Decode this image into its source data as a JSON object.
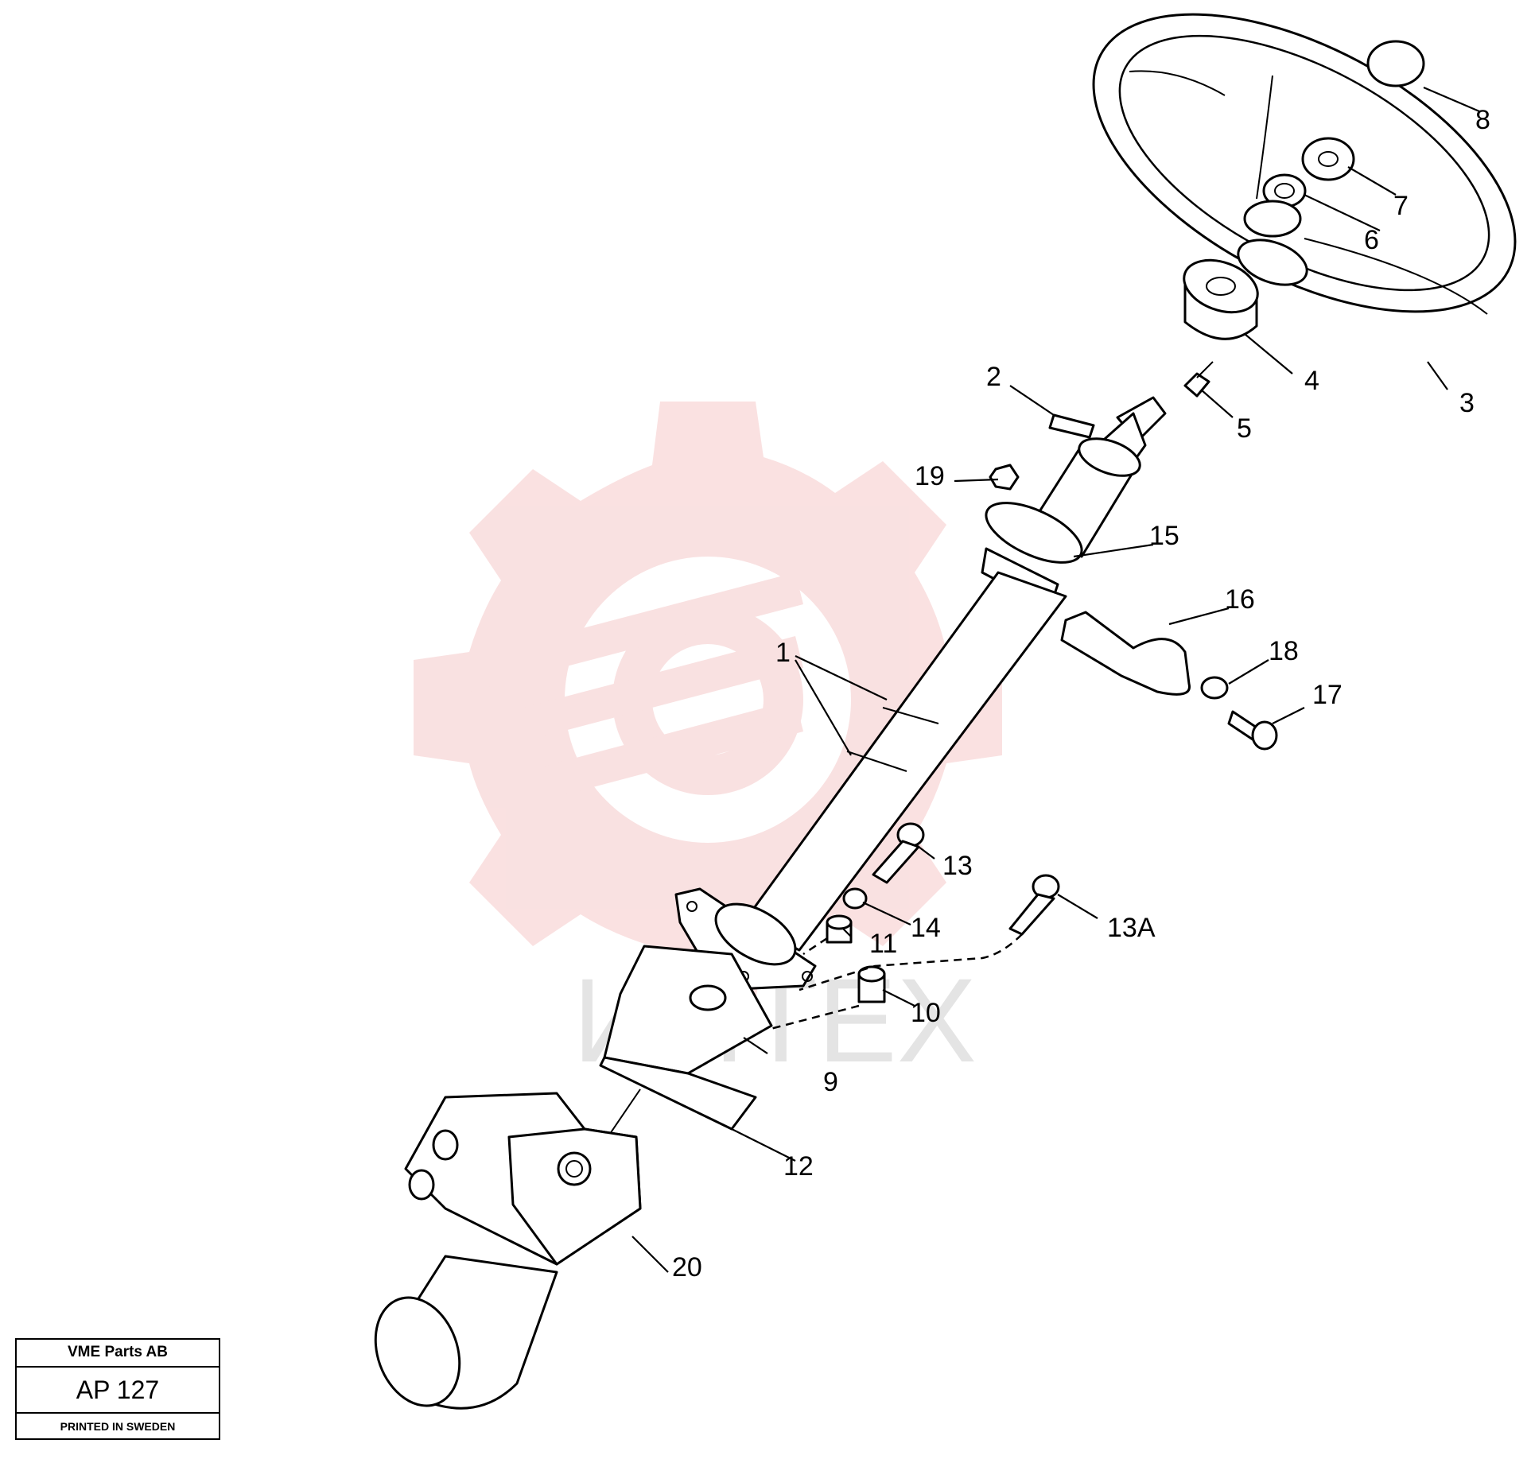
{
  "diagram": {
    "callouts": [
      "1",
      "2",
      "3",
      "4",
      "5",
      "6",
      "7",
      "8",
      "9",
      "10",
      "11",
      "12",
      "13",
      "13A",
      "14",
      "15",
      "16",
      "17",
      "18",
      "19",
      "20"
    ],
    "watermark_text": "ИНТЕХ"
  },
  "title_block": {
    "company": "VME Parts AB",
    "code": "AP 127",
    "printed": "PRINTED IN SWEDEN"
  },
  "colors": {
    "watermark_logo": "#f7d4d4",
    "watermark_text": "#e2e2e2",
    "line": "#000000"
  }
}
